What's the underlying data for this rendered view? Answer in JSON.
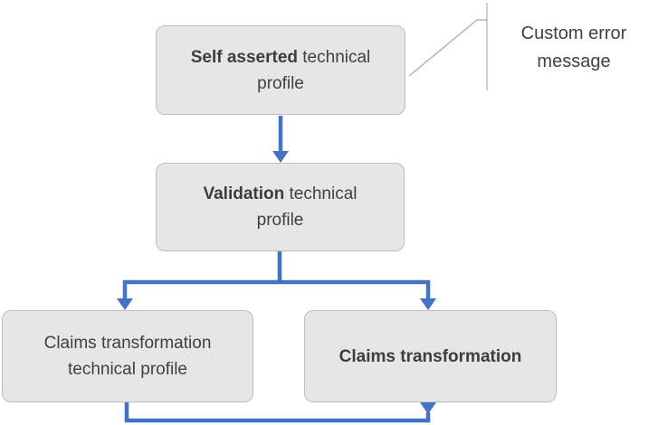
{
  "diagram": {
    "nodes": [
      {
        "id": "self-asserted",
        "bold": "Self asserted",
        "rest": " technical profile"
      },
      {
        "id": "validation",
        "bold": "Validation",
        "rest": " technical profile"
      },
      {
        "id": "claims-transformation-technical-profile",
        "bold": "",
        "rest": "Claims transformation technical profile"
      },
      {
        "id": "claims-transformation",
        "bold": "Claims transformation",
        "rest": ""
      }
    ],
    "callout": {
      "label": "Custom error message"
    },
    "edges": [
      "self-asserted -> validation",
      "validation -> claims-transformation-technical-profile",
      "validation -> claims-transformation",
      "claims-transformation-technical-profile -> claims-transformation (bottom loop)"
    ],
    "colors": {
      "arrow": "#4472C4",
      "box_fill": "#E7E6E6",
      "box_border": "#BDBDBD",
      "text": "#404040",
      "callout_line": "#ABABAB"
    }
  }
}
